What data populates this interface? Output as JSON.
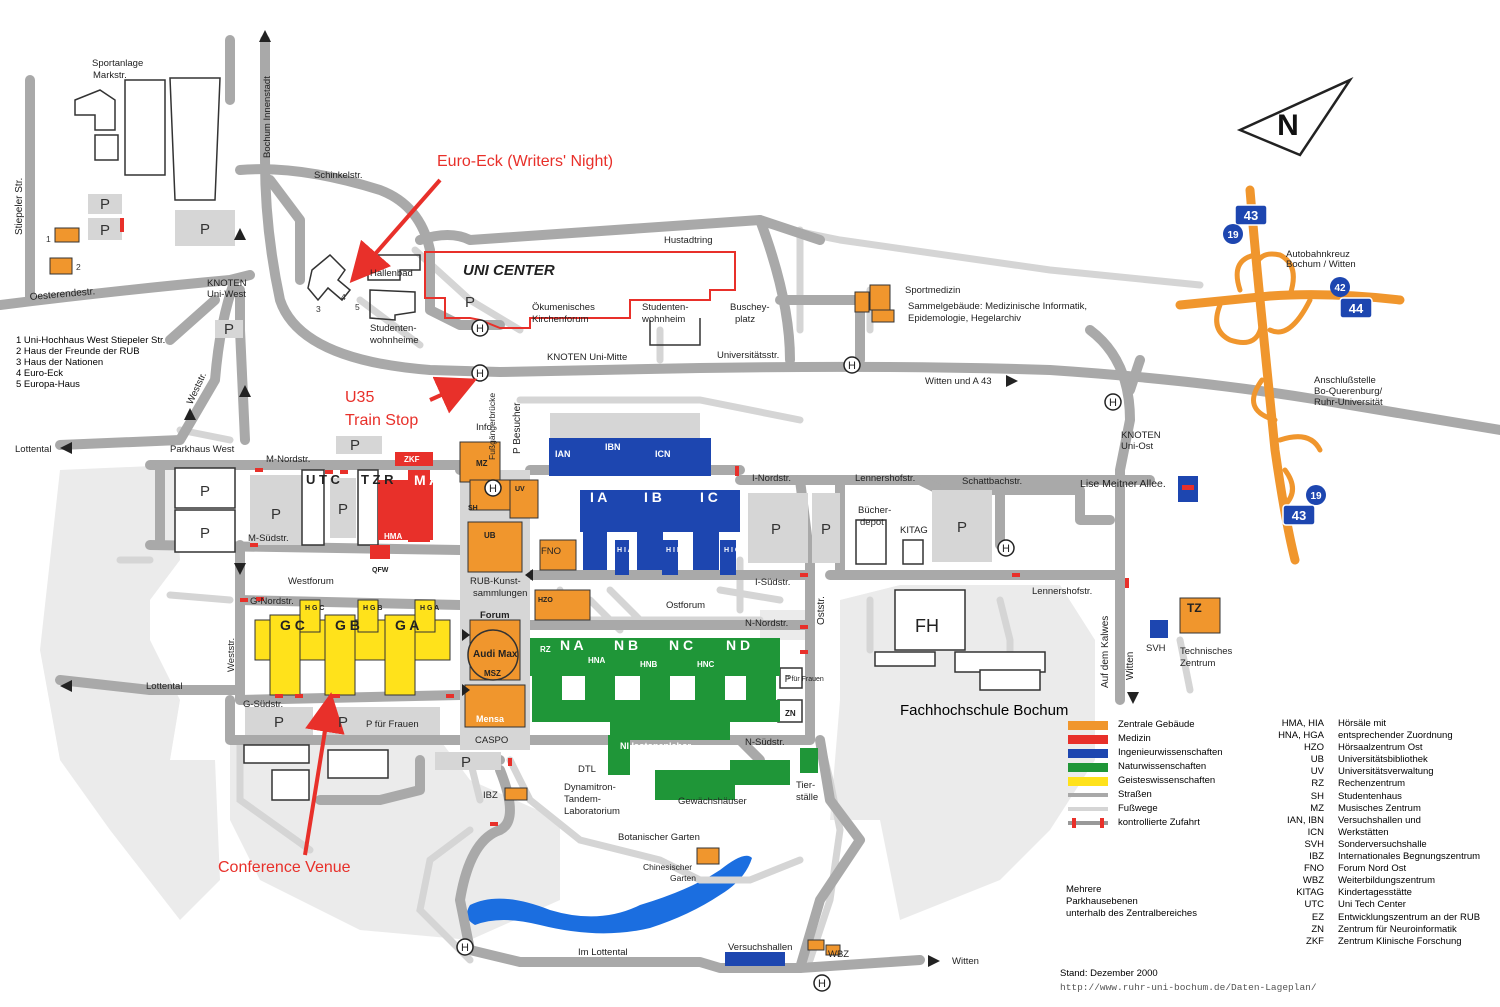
{
  "colors": {
    "central": "#f0962d",
    "medicine": "#e8302a",
    "engineering": "#1d46b0",
    "natural_sciences": "#1f9638",
    "humanities": "#ffe21b",
    "street": "#a9a9a9",
    "footpath": "#d5d5d5",
    "annotation": "#e8302a",
    "water": "#1b6ee0",
    "motorway": "#f0962d",
    "parking": "#d6d6d6"
  },
  "compass": {
    "label": "N",
    "icon": "north-arrow-icon"
  },
  "annotations": {
    "euro_eck": "Euro-Eck (Writers' Night)",
    "u35_line1": "U35",
    "u35_line2": "Train Stop",
    "conference": "Conference Venue"
  },
  "places": {
    "sportanlage": "Sportanlage",
    "markstr": "Markstr.",
    "schinkelstr": "Schinkelstr.",
    "bochum_innenstadt": "Bochum Innenstadt",
    "stiepeler": "Stiepeler Str.",
    "oesterendestr": "Oesterendestr.",
    "knoten_uni_west_1": "KNOTEN",
    "knoten_uni_west_2": "Uni-West",
    "hallenbad": "Hallenbad",
    "studentenwohnheime_1": "Studenten-",
    "studentenwohnheime_2": "wohnheime",
    "hustadtring": "Hustadtring",
    "uni_center": "UNI CENTER",
    "oekum_1": "Ökumenisches",
    "oekum_2": "Kirchenforum",
    "studentenwohnheim_1": "Studenten-",
    "studentenwohnheim_2": "wohnheim",
    "buscheyplatz_1": "Buschey-",
    "buscheyplatz_2": "platz",
    "knoten_uni_mitte": "KNOTEN Uni-Mitte",
    "universitaetsstr": "Universitätsstr.",
    "sportmedizin": "Sportmedizin",
    "sammel_1": "Sammelgebäude: Medizinische Informatik,",
    "sammel_2": "Epidemologie, Hegelarchiv",
    "autobahnkreuz_1": "Autobahnkreuz",
    "autobahnkreuz_2": "Bochum / Witten",
    "anschluss_1": "Anschlußstelle",
    "anschluss_2": "Bo-Querenburg/",
    "anschluss_3": "Ruhr-Universität",
    "witten_a43": "Witten und A 43",
    "knoten_uni_ost_1": "KNOTEN",
    "knoten_uni_ost_2": "Uni-Ost",
    "lise_meitner": "Lise Meitner Allee.",
    "weststr": "Weststr.",
    "weststr2": "Weststr.",
    "lottental": "Lottental",
    "lottental2": "Lottental",
    "parkhaus_west": "Parkhaus West",
    "m_nordstr": "M-Nordstr.",
    "m_suedstr": "M-Südstr.",
    "westforum": "Westforum",
    "g_nordstr": "G-Nordstr.",
    "g_suedstr": "G-Südstr.",
    "p_fuer_frauen": "P für Frauen",
    "caspo": "CASPO",
    "info": "Info",
    "fussgaengerbruecke": "Fußgängerbrücke",
    "p_besucher": "P Besucher",
    "rub_kunst_1": "RUB-Kunst-",
    "rub_kunst_2": "sammlungen",
    "forum": "Forum",
    "fno": "FNO",
    "i_nordstr": "I-Nordstr.",
    "i_suedstr": "I-Südstr.",
    "lennershofstr": "Lennershofstr.",
    "lennershofstr2": "Lennershofstr.",
    "schattbachstr": "Schattbachstr.",
    "ostforum": "Ostforum",
    "n_nordstr": "N-Nordstr.",
    "n_suedstr": "N-Südstr.",
    "oststr": "Oststr.",
    "buecherdepot_1": "Bücher-",
    "buecherdepot_2": "depot",
    "kitag": "KITAG",
    "auf_dem_kalwes": "Auf dem Kalwes",
    "witten_vert": "Witten",
    "technisches_1": "Technisches",
    "technisches_2": "Zentrum",
    "svh": "SVH",
    "fh": "FH",
    "dtl": "DTL",
    "dynamitron_1": "Dynamitron-",
    "dynamitron_2": "Tandem-",
    "dynamitron_3": "Laboratorium",
    "gewaechshaeuser": "Gewächshäuser",
    "tierstaelle_1": "Tier-",
    "tierstaelle_2": "ställe",
    "ibz": "IBZ",
    "botanischer_garten": "Botanischer Garten",
    "chinesischer_1": "Chinesischer",
    "chinesischer_2": "Garten",
    "im_lottental": "Im Lottental",
    "versuchshallen": "Versuchshallen",
    "wbz": "WBZ",
    "witten_bottom": "Witten",
    "nl_isotopenlabor": "NI Isotopenlabor",
    "p_fuer_frauen_small": "P für Frauen",
    "mensa": "Mensa",
    "audi_max": "Audi Max",
    "msz": "MSZ"
  },
  "buildings": {
    "ian": "IAN",
    "ibn": "IBN",
    "icn": "ICN",
    "ia": "I A",
    "ib": "I B",
    "ic": "I C",
    "hia": "H I A",
    "hib": "H I B",
    "hic": "H I C",
    "na": "N A",
    "nb": "N B",
    "nc": "N C",
    "nd": "N D",
    "hna": "HNA",
    "hnb": "HNB",
    "hnc": "HNC",
    "rz": "RZ",
    "zn": "ZN",
    "gc": "G C",
    "gb": "G B",
    "ga": "G A",
    "hgc": "H G C",
    "hgb": "H G B",
    "hga": "H G A",
    "ma": "M A",
    "hma": "HMA",
    "zkf": "ZKF",
    "qfw": "QFW",
    "utc": "U T C",
    "tzr": "T Z R",
    "mz": "MZ",
    "uv": "UV",
    "sh": "SH",
    "ub": "UB",
    "hzo": "HZO",
    "tz": "TZ"
  },
  "numbers": {
    "n1": "1",
    "n2": "2",
    "n3": "3",
    "n4": "4",
    "n5": "5",
    "motorway_43": "43",
    "motorway_44": "44",
    "exit_19": "19",
    "exit_42": "42"
  },
  "stop_label": "H",
  "parking_label": "P",
  "numbered_list": [
    "1 Uni-Hochhaus West Stiepeler Str.",
    "2 Haus der Freunde der RUB",
    "3 Haus der Nationen",
    "4 Euro-Eck",
    "5 Europa-Haus"
  ],
  "legend": [
    {
      "label": "Zentrale Gebäude",
      "color": "#f0962d",
      "kind": "box"
    },
    {
      "label": "Medizin",
      "color": "#e8302a",
      "kind": "box"
    },
    {
      "label": "Ingenieurwissenschaften",
      "color": "#1d46b0",
      "kind": "box"
    },
    {
      "label": "Naturwissenschaften",
      "color": "#1f9638",
      "kind": "box"
    },
    {
      "label": "Geisteswissenschaften",
      "color": "#ffe21b",
      "kind": "box"
    },
    {
      "label": "Straßen",
      "color": "#a9a9a9",
      "kind": "line"
    },
    {
      "label": "Fußwege",
      "color": "#d5d5d5",
      "kind": "line"
    },
    {
      "label": "kontrollierte Zufahrt",
      "color": "#999999",
      "kind": "access"
    }
  ],
  "abbreviations": [
    {
      "k": "HMA, HIA",
      "v": "Hörsäle mit"
    },
    {
      "k": "HNA, HGA",
      "v": "entsprechender Zuordnung"
    },
    {
      "k": "HZO",
      "v": "Hörsaalzentrum Ost"
    },
    {
      "k": "UB",
      "v": "Universitätsbibliothek"
    },
    {
      "k": "UV",
      "v": "Universitätsverwaltung"
    },
    {
      "k": "RZ",
      "v": "Rechenzentrum"
    },
    {
      "k": "SH",
      "v": "Studentenhaus"
    },
    {
      "k": "MZ",
      "v": "Musisches Zentrum"
    },
    {
      "k": "IAN, IBN",
      "v": "Versuchshallen und"
    },
    {
      "k": "ICN",
      "v": "Werkstätten"
    },
    {
      "k": "SVH",
      "v": "Sonderversuchshalle"
    },
    {
      "k": "IBZ",
      "v": "Internationales Begnungszentrum"
    },
    {
      "k": "FNO",
      "v": "Forum Nord Ost"
    },
    {
      "k": "WBZ",
      "v": "Weiterbildungszentrum"
    },
    {
      "k": "KITAG",
      "v": "Kindertagesstätte"
    },
    {
      "k": "UTC",
      "v": "Uni Tech Center"
    },
    {
      "k": "EZ",
      "v": "Entwicklungszentrum an der RUB"
    },
    {
      "k": "ZN",
      "v": "Zentrum für Neuroinformatik"
    },
    {
      "k": "ZKF",
      "v": "Zentrum Klinische Forschung"
    }
  ],
  "fh_bochum": "Fachhochschule Bochum",
  "notes": [
    "Mehrere",
    "Parkhausebenen",
    "unterhalb des Zentralbereiches"
  ],
  "stand": "Stand: Dezember 2000",
  "url": "http://www.ruhr-uni-bochum.de/Daten-Lageplan/"
}
